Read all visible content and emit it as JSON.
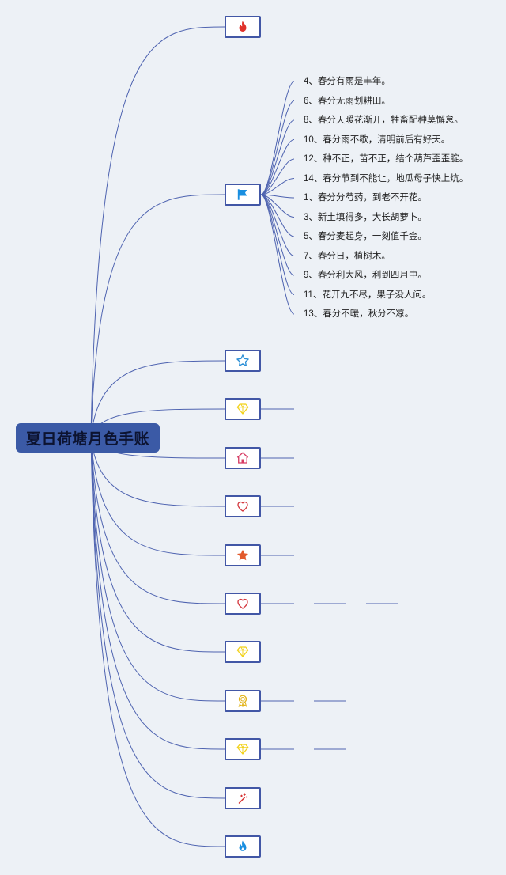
{
  "root": {
    "label": "夏日荷塘月色手账"
  },
  "colors": {
    "line": "#4e63b0",
    "node_border": "#4257a6",
    "root_fill": "#3b5aa6"
  },
  "branches": [
    {
      "icon": "fire-icon",
      "color": "#e0322b"
    },
    {
      "icon": "flag-icon",
      "color": "#1a8fe0",
      "children": [
        "4、春分有雨是丰年。",
        "6、春分无雨划耕田。",
        "8、春分天暖花渐开，牲畜配种莫懈怠。",
        "10、春分雨不歇，清明前后有好天。",
        "12、种不正，苗不正，结个葫芦歪歪腚。",
        "14、春分节到不能让，地瓜母子快上炕。",
        "1、春分分芍药，到老不开花。",
        "3、新土填得多，大长胡萝卜。",
        "5、春分麦起身，一刻值千金。",
        "7、春分日，植树木。",
        "9、春分利大风，利到四月中。",
        "11、花开九不尽，果子没人问。",
        "13、春分不暖，秋分不凉。"
      ]
    },
    {
      "icon": "star-outline-icon",
      "color": "#2b8fd6"
    },
    {
      "icon": "diamond-icon",
      "color": "#f2d21b"
    },
    {
      "icon": "house-icon",
      "color": "#d63b63"
    },
    {
      "icon": "heart-outline-icon",
      "color": "#d4393f"
    },
    {
      "icon": "star-filled-icon",
      "color": "#e25a2c"
    },
    {
      "icon": "heart-outline-icon",
      "color": "#d4393f"
    },
    {
      "icon": "diamond-icon",
      "color": "#f2d21b"
    },
    {
      "icon": "award-ribbon-icon",
      "color": "#e3b51e"
    },
    {
      "icon": "diamond-icon",
      "color": "#f2d21b"
    },
    {
      "icon": "magic-wand-icon",
      "color": "#d63232"
    },
    {
      "icon": "water-drop-flame-icon",
      "color": "#1a8fe0"
    }
  ]
}
